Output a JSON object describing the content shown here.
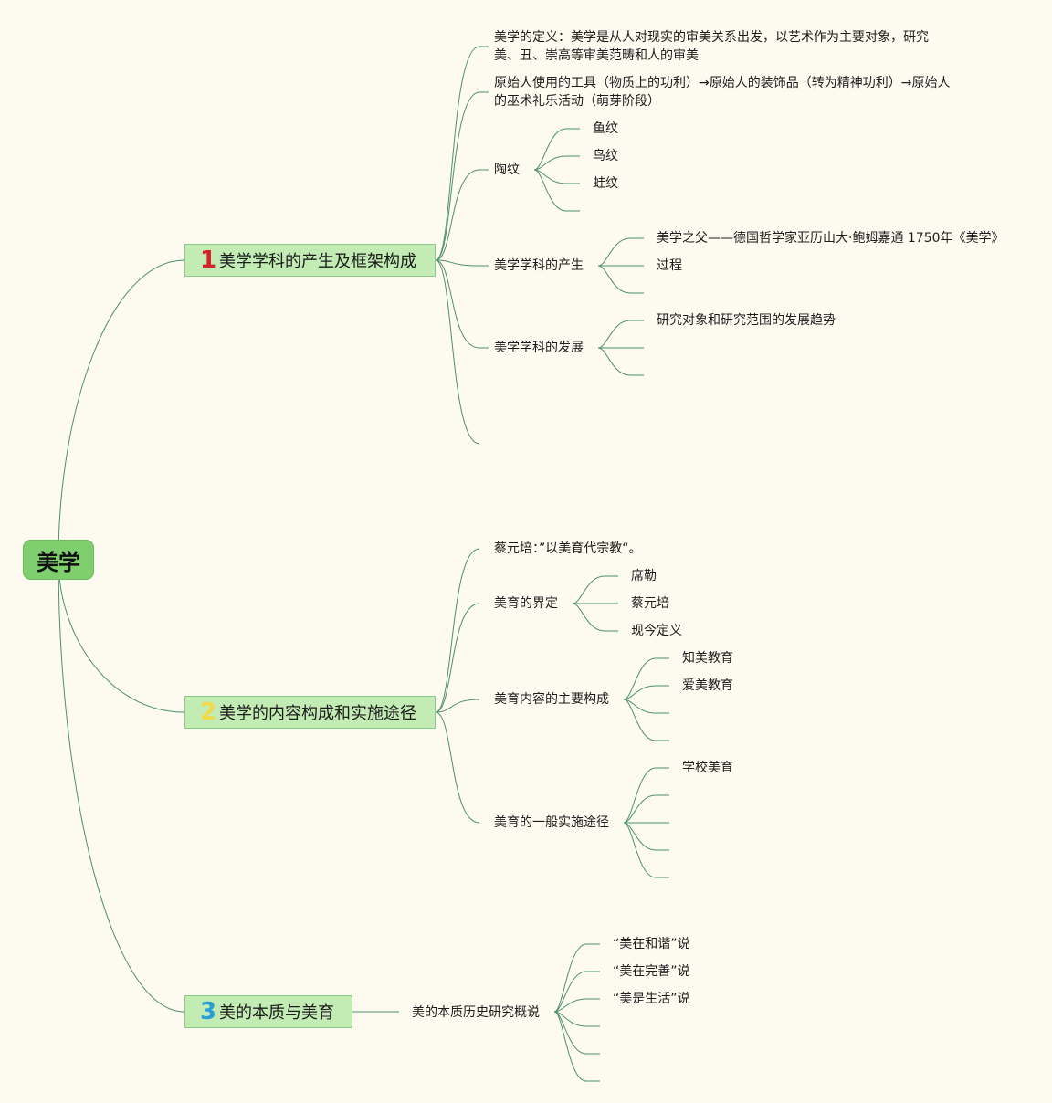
{
  "root": {
    "label": "美学",
    "color": "#7fcf6f"
  },
  "branches": [
    {
      "num": "1",
      "num_color": "#d4222a",
      "label": "美学学科的产生及框架构成",
      "children": [
        {
          "label": "美学的定义：美学是从人对现实的审美关系出发，以艺术作为主要对象，研究美、丑、崇高等审美范畴和人的审美"
        },
        {
          "label": "原始人使用的工具（物质上的功利）→原始人的装饰品（转为精神功利）→原始人的巫术礼乐活动（萌芽阶段）"
        },
        {
          "label": "陶纹",
          "children": [
            "鱼纹",
            "鸟纹",
            "蛙纹"
          ]
        },
        {
          "label": "美学学科的产生",
          "children": [
            "美学之父——德国哲学家亚历山大·鲍姆嘉通 1750年《美学》",
            "过程"
          ]
        },
        {
          "label": "美学学科的发展",
          "children": [
            "研究对象和研究范围的发展趋势"
          ]
        }
      ]
    },
    {
      "num": "2",
      "num_color": "#f2d94a",
      "label": "美学的内容构成和实施途径",
      "children": [
        {
          "label": "蔡元培：”以美育代宗教“。"
        },
        {
          "label": "美育的界定",
          "children": [
            "席勒",
            "蔡元培",
            "现今定义"
          ]
        },
        {
          "label": "美育内容的主要构成",
          "children": [
            "知美教育",
            "爱美教育"
          ]
        },
        {
          "label": "美育的一般实施途径",
          "children": [
            "学校美育"
          ]
        }
      ]
    },
    {
      "num": "3",
      "num_color": "#2a9fd6",
      "label": "美的本质与美育",
      "children": [
        {
          "label": "美的本质历史研究概说",
          "children": [
            "“美在和谐”说",
            "“美在完善”说",
            "“美是生活”说"
          ]
        }
      ]
    }
  ]
}
